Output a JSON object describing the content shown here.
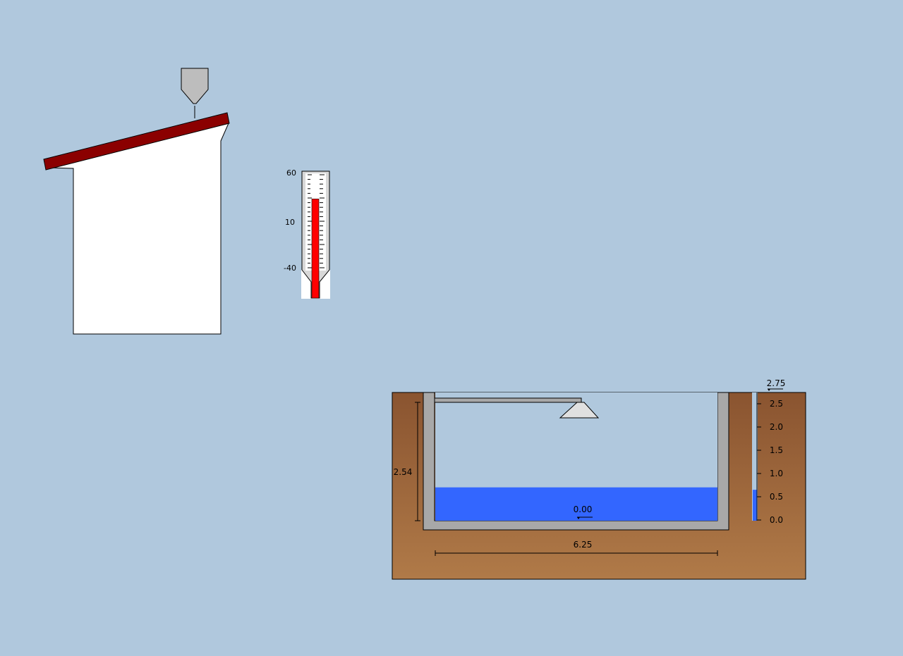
{
  "colors": {
    "background": "#b0c8dd",
    "soil_top": "#8a5430",
    "soil_bottom": "#b07a48",
    "concrete": "#a8a8a8",
    "water": "#3366ff",
    "roof": "#8b0000",
    "mercury": "#ff0000",
    "house": "#ffffff"
  },
  "icons": {
    "sensor": "funnel-sensor-icon",
    "sprinkler": "sprinkler-icon"
  },
  "thermometer": {
    "labels": [
      "60",
      "10",
      "-40"
    ],
    "min": -40,
    "max": 60,
    "value": 34
  },
  "tank": {
    "height_label": "2.54",
    "width_label": "6.25",
    "level_label": "0.00",
    "water_fraction": 0.26
  },
  "gauge": {
    "top_value": "2.75",
    "ticks": [
      "2.5",
      "2.0",
      "1.5",
      "1.0",
      "0.5",
      "0.0"
    ],
    "level": 0.65
  }
}
